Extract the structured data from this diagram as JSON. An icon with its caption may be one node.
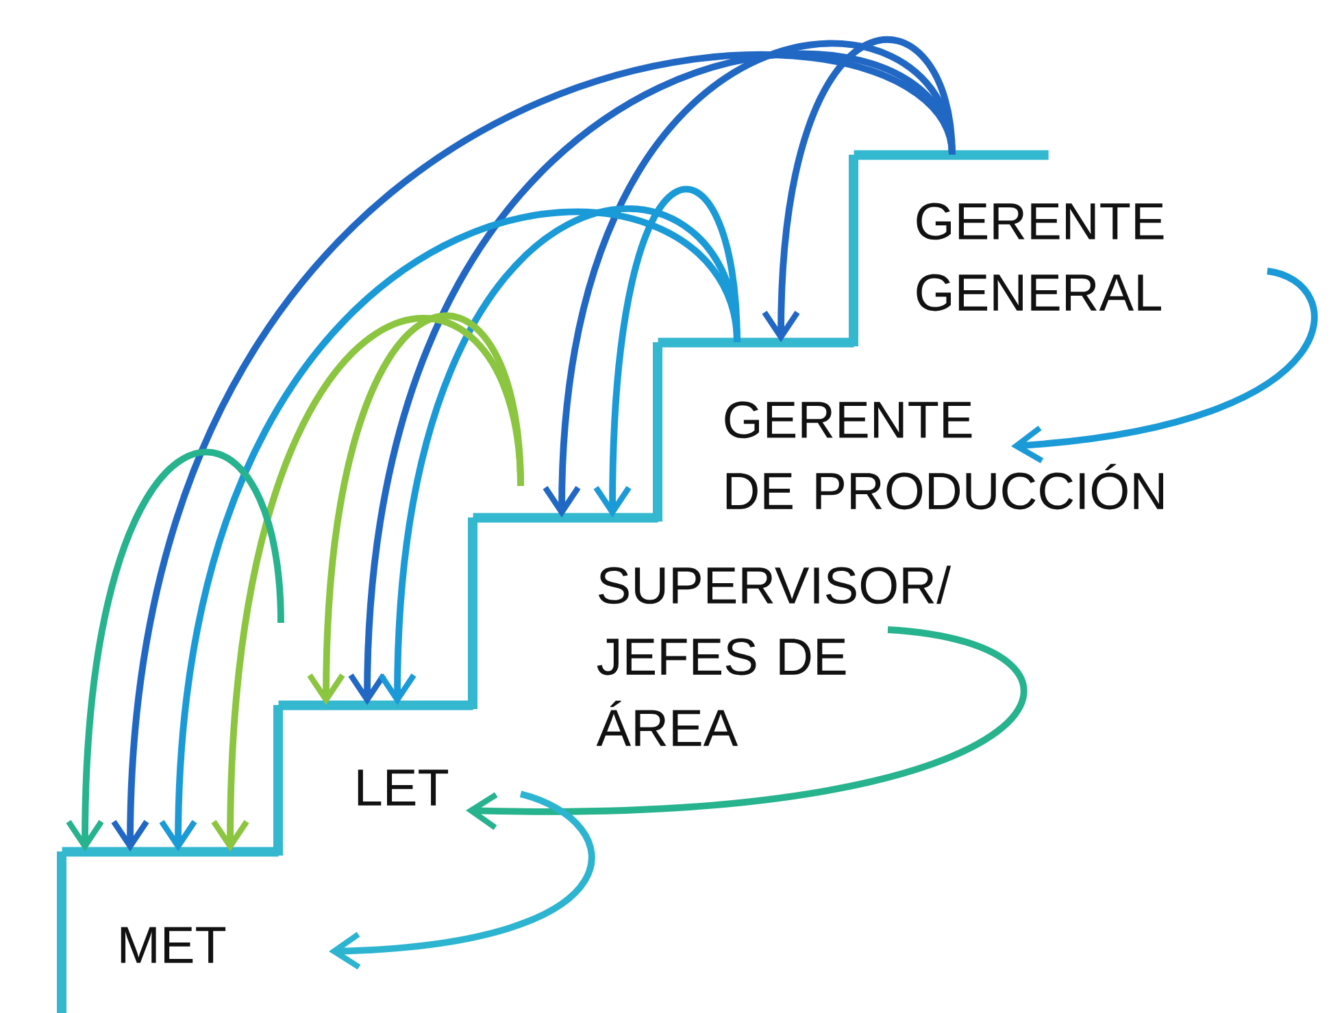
{
  "diagram": {
    "nodes": [
      {
        "text": [],
        "shape": "bar"
      },
      {
        "text": [
          "GERENTE GENERAL"
        ]
      },
      {
        "text": [],
        "shape": "bar"
      },
      {
        "text": [
          "GERENTE DE PRODUCCIÓN"
        ]
      },
      {
        "text": [],
        "shape": "bar"
      },
      {
        "text": [
          "SUPERVISOR/ JEFES DE ÁREA"
        ]
      },
      {
        "text": [],
        "shape": "bar"
      },
      {
        "text": [
          "LET"
        ]
      },
      {
        "text": [],
        "shape": "bar"
      },
      {
        "text": [
          "MET"
        ]
      }
    ],
    "edges": [
      {
        "from": 0,
        "to": 2,
        "arrow": "to",
        "color": "#2168c4"
      },
      {
        "from": 0,
        "to": 4,
        "arrow": "to",
        "color": "#2168c4"
      },
      {
        "from": 0,
        "to": 6,
        "arrow": "to",
        "color": "#2168c4"
      },
      {
        "from": 0,
        "to": 8,
        "arrow": "to",
        "color": "#2168c4"
      },
      {
        "from": 2,
        "to": 4,
        "arrow": "to",
        "color": "#1b9ad8"
      },
      {
        "from": 2,
        "to": 6,
        "arrow": "to",
        "color": "#1b9ad8"
      },
      {
        "from": 2,
        "to": 8,
        "arrow": "to",
        "color": "#1b9ad8"
      },
      {
        "from": 4,
        "to": 6,
        "arrow": "to",
        "color": "#8cc540"
      },
      {
        "from": 4,
        "to": 8,
        "arrow": "to",
        "color": "#8cc540"
      },
      {
        "from": 6,
        "to": 8,
        "arrow": "to",
        "color": "#27b38d"
      },
      {
        "from": 1,
        "to": 3,
        "arrow": "to",
        "color": "#1b9ad8"
      },
      {
        "from": 5,
        "to": 7,
        "arrow": "to",
        "color": "#27b38d"
      },
      {
        "from": 7,
        "to": 9,
        "arrow": "to",
        "color": "#2db4d0"
      }
    ]
  }
}
